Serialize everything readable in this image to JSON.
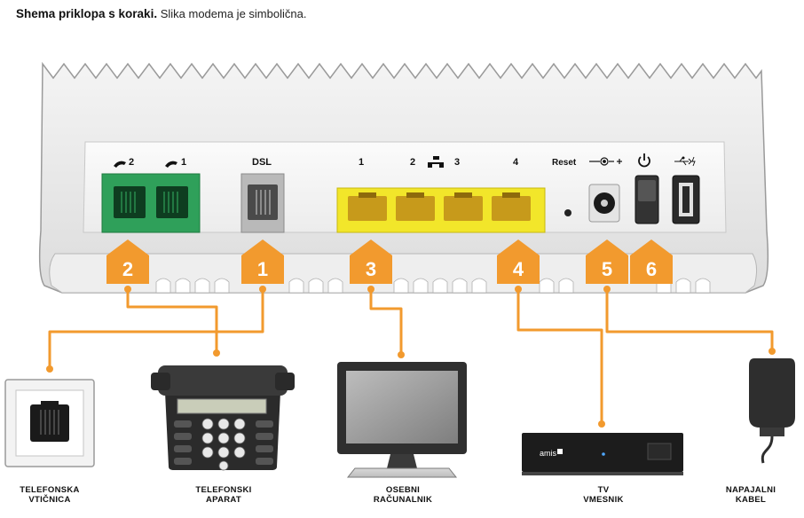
{
  "caption": {
    "bold": "Shema priklopa s koraki.",
    "rest": "Slika modema je simbolična."
  },
  "ports": {
    "phone2": "2",
    "phone1": "1",
    "dsl": "DSL",
    "lan1": "1",
    "lan2": "2",
    "lan3": "3",
    "lan4": "4",
    "reset": "Reset"
  },
  "steps": [
    "2",
    "1",
    "3",
    "4",
    "5",
    "6"
  ],
  "devices": {
    "telefonska_vticnica": [
      "TELEFONSKA",
      "VTIČNICA"
    ],
    "telefonski_aparat": [
      "TELEFONSKI",
      "APARAT"
    ],
    "osebni_racunalnik": [
      "OSEBNI",
      "RAČUNALNIK"
    ],
    "tv_vmesnik": [
      "TV",
      "VMESNIK"
    ],
    "napajalni_kabel": [
      "NAPAJALNI",
      "KABEL"
    ]
  },
  "stb_brand": "amis",
  "colors": {
    "step_orange": "#f29a2e",
    "cable_orange": "#f29a2e",
    "phone_port_green": "#2fa05a",
    "lan_port_yellow": "#f2e62a"
  }
}
